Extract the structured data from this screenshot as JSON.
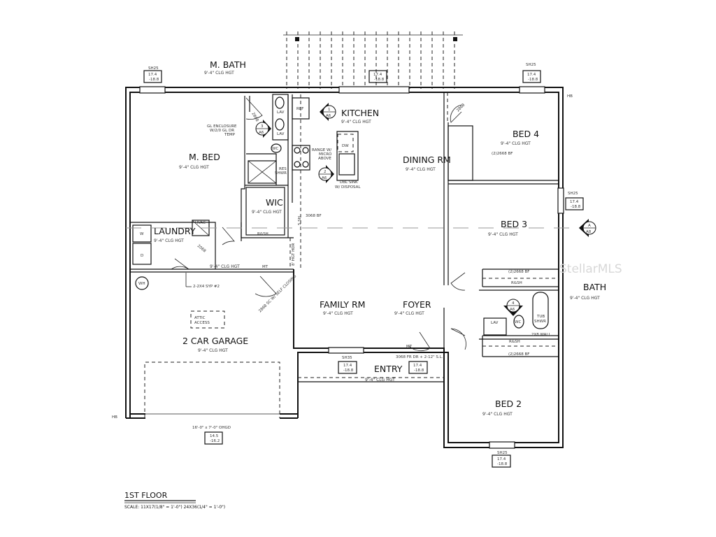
{
  "rooms": {
    "m_bath": {
      "name": "M. BATH",
      "ceiling": "9'-4\" CLG HGT"
    },
    "kitchen": {
      "name": "KITCHEN",
      "ceiling": "9'-4\" CLG HGT"
    },
    "m_bed": {
      "name": "M. BED",
      "ceiling": "9'-4\" CLG HGT"
    },
    "dining": {
      "name": "DINING RM",
      "ceiling": "9'-4\" CLG HGT"
    },
    "bed4": {
      "name": "BED 4",
      "ceiling": "9'-4\" CLG HGT"
    },
    "bed3": {
      "name": "BED 3",
      "ceiling": "9'-4\" CLG HGT"
    },
    "wic": {
      "name": "WIC",
      "ceiling": "9'-4\" CLG HGT"
    },
    "laundry": {
      "name": "LAUNDRY",
      "ceiling": "9'-4\" CLG HGT"
    },
    "hall": {
      "ceiling": "9'-4\" CLG HGT"
    },
    "bath": {
      "name": "BATH",
      "ceiling": "9'-4\" CLG HGT"
    },
    "family": {
      "name": "FAMILY RM",
      "ceiling": "9'-4\" CLG HGT"
    },
    "foyer": {
      "name": "FOYER",
      "ceiling": "9'-4\" CLG HGT"
    },
    "garage": {
      "name": "2 CAR GARAGE",
      "ceiling": "9'-4\" CLG HGT"
    },
    "entry": {
      "name": "ENTRY",
      "ceiling": "9'-4\" CLG HGT"
    },
    "bed2": {
      "name": "BED 2",
      "ceiling": "9'-4\" CLG HGT"
    }
  },
  "windows": {
    "w1": {
      "type": "SH25",
      "size": "17.4",
      "elev": "-18.8"
    },
    "w2": {
      "size": "17.4",
      "elev": "-18.8"
    },
    "w3": {
      "type": "SH25",
      "size": "17.4",
      "elev": "-18.8"
    },
    "w4": {
      "type": "SH25",
      "size": "17.4",
      "elev": "-18.8"
    },
    "w5": {
      "type": "SH35",
      "size": "17.4",
      "elev": "-18.8"
    },
    "w6": {
      "size": "17.4",
      "elev": "-18.8"
    },
    "w7": {
      "type": "SH25",
      "size": "17.4",
      "elev": "-18.8"
    },
    "garage_door": {
      "size": "14.5",
      "elev": "-16.2"
    }
  },
  "notes": {
    "lav": "LAV",
    "ref": "REF",
    "wc": "WC",
    "dw": "DW",
    "gl_enclosure": [
      "GL ENCLOSURE",
      "W/2/0 GL DR",
      "TEMP"
    ],
    "range": [
      "RANGE W/",
      "MICRO",
      "ABOVE"
    ],
    "sink": [
      "DBL SINK",
      "W/ DISPOSAL"
    ],
    "res_shwr": [
      "RES",
      "SHWR"
    ],
    "door_2868": "2868",
    "door_2068": "2068",
    "door_3068bf": "3068 BF",
    "door_2668bf": "(2)2668 BF",
    "rsh": "R&SH",
    "sh55": "5.SH",
    "hvac": "HVAC",
    "washer": "W",
    "dryer": "D",
    "wh": "WH",
    "mt": "MT",
    "beam": "2-2X4 SYP #2",
    "garage_entry_door": "2868 SC W/ SELF CLOSING",
    "attic": [
      "ATTIC",
      "ACCESS"
    ],
    "ohgd": "16'-0\" x 7'-0\" OHGD",
    "front_door": "3068 FR DR + 2-12\" S.L.",
    "tub": [
      "TUB",
      "SHWR"
    ],
    "wall_2x8": "2X8 WALL",
    "hb": "HB",
    "hgt_hdr": "8' HGT HDR"
  },
  "section_marks": [
    {
      "num": "1",
      "sheet": "A6"
    },
    {
      "num": "2",
      "sheet": "A6"
    },
    {
      "num": "3",
      "sheet": "A6"
    },
    {
      "num": "4",
      "sheet": "A6"
    },
    {
      "num": "A",
      "sheet": "A8"
    }
  ],
  "footer": {
    "title": "1ST FLOOR",
    "scale": "SCALE:  11X17(1/8\" = 1'-0\")  24X36(1/4\" = 1'-0\")"
  },
  "watermark": "StellarMLS"
}
